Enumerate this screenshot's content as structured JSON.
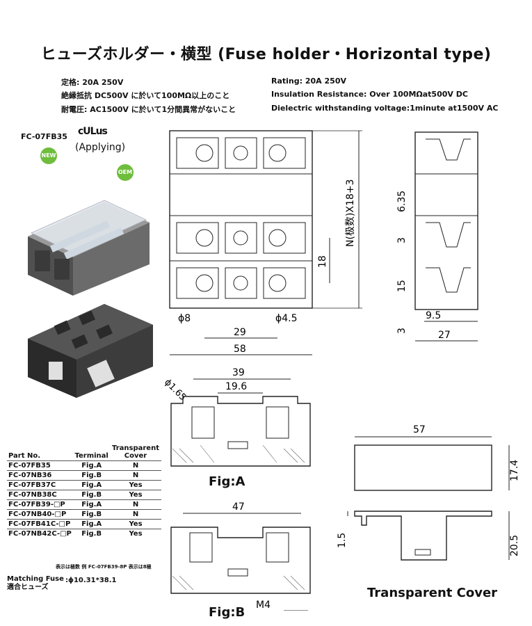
{
  "title": "ヒューズホルダー・横型 (Fuse holder・Horizontal type)",
  "specs_jp": [
    "定格: 20A 250V",
    "絶縁抵抗 DC500V に於いて100MΩ以上のこと",
    "耐電圧: AC1500V に於いて1分間異常がないこと"
  ],
  "specs_en": [
    "Rating: 20A 250V",
    "Insulation Resistance: Over 100MΩat500V DC",
    "Dielectric withstanding voltage:1minute at1500V AC"
  ],
  "model": "FC-07FB35",
  "certification": {
    "mark": "cULus",
    "status": "(Applying)"
  },
  "badges": {
    "new": "NEW",
    "oem": "OEM"
  },
  "parts_table": {
    "headers": [
      "Part No.",
      "Terminal",
      "Transparent Cover"
    ],
    "rows": [
      [
        "FC-07FB35",
        "Fig.A",
        "N"
      ],
      [
        "FC-07NB36",
        "Fig.B",
        "N"
      ],
      [
        "FC-07FB37C",
        "Fig.A",
        "Yes"
      ],
      [
        "FC-07NB38C",
        "Fig.B",
        "Yes"
      ],
      [
        "FC-07FB39-□P",
        "Fig.A",
        "N"
      ],
      [
        "FC-07NB40-□P",
        "Fig.B",
        "N"
      ],
      [
        "FC-07FB41C-□P",
        "Fig.A",
        "Yes"
      ],
      [
        "FC-07NB42C-□P",
        "Fig.B",
        "Yes"
      ]
    ]
  },
  "note": "表示は極数 例 FC-07FB39-8P 表示は8極",
  "matching_fuse": {
    "label_en": "Matching Fuse",
    "label_jp": "適合ヒューズ",
    "value": ":ϕ10.31*38.1"
  },
  "fig_labels": {
    "a": "Fig:A",
    "b": "Fig:B",
    "cover": "Transparent Cover"
  },
  "dimensions": {
    "top_vertical": "N(极数)X18+3",
    "pitch": "18",
    "hole_large": "ϕ8",
    "hole_small": "ϕ4.5",
    "inner_width": "29",
    "outer_width": "58",
    "side_6_35": "6.35",
    "side_3a": "3",
    "side_15": "15",
    "side_3b": "3",
    "side_9_5": "9.5",
    "side_27": "27",
    "figa_39": "39",
    "figa_19_6": "19.6",
    "figa_phi": "ϕ1.65",
    "figb_47": "47",
    "figb_m4": "M4",
    "cover_57": "57",
    "cover_17_4": "17.4",
    "cover_1_5": "1.5",
    "cover_20_5": "20.5"
  }
}
